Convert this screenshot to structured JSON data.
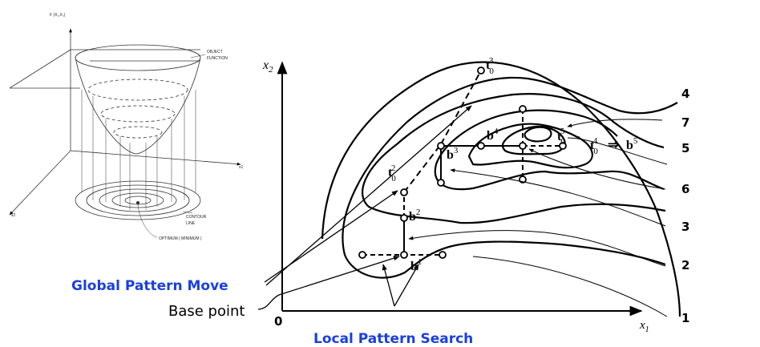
{
  "left_figure": {
    "axis_label_f": "F (X₁,X₂)",
    "axis_label_x1": "x1",
    "axis_label_x2": "x2",
    "object_function_line1": "OBJECT",
    "object_function_line2": "FUNCTION",
    "contour_line_line1": "CONTOUR",
    "contour_line_line2": "LINE",
    "optimum_label": "OPTIMUM ( MINIMUM )"
  },
  "right_figure": {
    "y_axis": {
      "base": "x",
      "sub": "2"
    },
    "x_axis": {
      "base": "x",
      "sub": "1"
    },
    "origin": "0",
    "points": [
      {
        "id": "t03",
        "base": "t",
        "sub": "0",
        "sup": "3"
      },
      {
        "id": "b4",
        "base": "b",
        "sup": "4"
      },
      {
        "id": "t05",
        "base": "t",
        "sub": "0",
        "sup": "5"
      },
      {
        "id": "b3",
        "base": "b",
        "sup": "3"
      },
      {
        "id": "t04",
        "base": "t",
        "sub": "0",
        "sup": "4"
      },
      {
        "id": "b5",
        "base": "b",
        "sup": "5"
      },
      {
        "id": "t02",
        "base": "t",
        "sub": "0",
        "sup": "2"
      },
      {
        "id": "b2",
        "base": "b",
        "sup": "2"
      },
      {
        "id": "b1",
        "base": "b",
        "sup": "1"
      }
    ],
    "implies_arrow": "⇒",
    "contour_numbers": [
      "4",
      "7",
      "5",
      "6",
      "3",
      "2",
      "1"
    ]
  },
  "labels": {
    "global_pattern_move": "Global Pattern Move",
    "base_point": "Base point",
    "local_pattern_search": "Local Pattern Search"
  },
  "colors": {
    "blue_label": "#1a3fe0",
    "line": "#000000"
  }
}
